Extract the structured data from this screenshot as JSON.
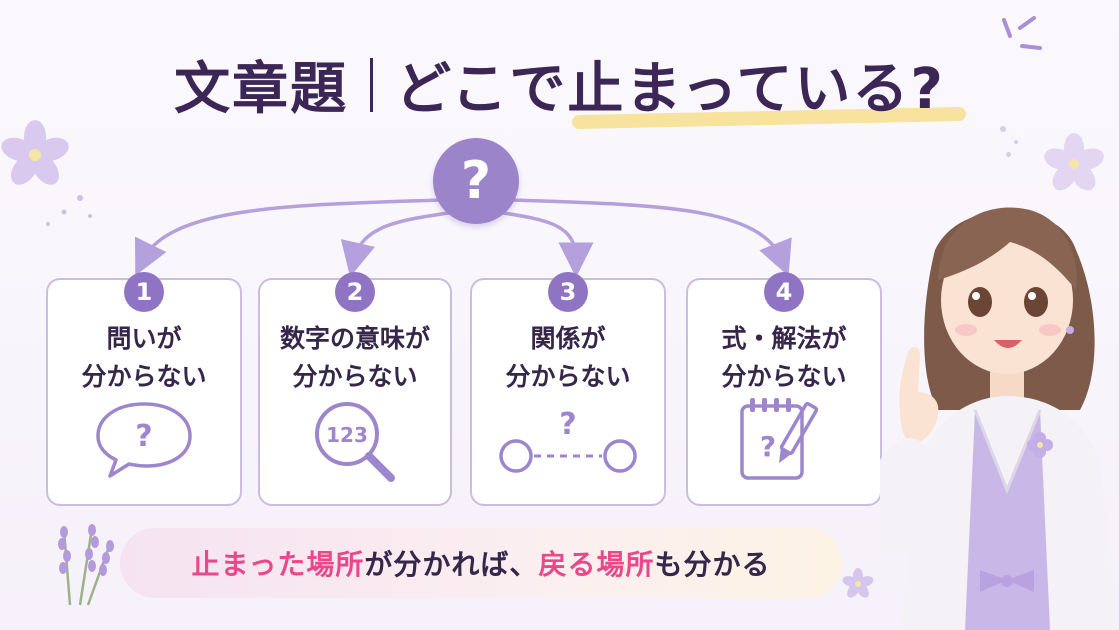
{
  "title": {
    "part1": "文章題",
    "part2": "どこで止まっている?"
  },
  "center_symbol": "?",
  "cards": [
    {
      "number": "1",
      "line1": "問いが",
      "line2": "分からない",
      "icon": "speech-bubble-question-icon",
      "icon_text": "?"
    },
    {
      "number": "2",
      "line1": "数字の意味が",
      "line2": "分からない",
      "icon": "magnifier-123-icon",
      "icon_text": "123"
    },
    {
      "number": "3",
      "line1": "関係が",
      "line2": "分からない",
      "icon": "connection-question-icon",
      "icon_text": "?"
    },
    {
      "number": "4",
      "line1": "式・解法が",
      "line2": "分からない",
      "icon": "notepad-pencil-icon",
      "icon_text": "?"
    }
  ],
  "banner": {
    "seg1": "止まった場所",
    "seg2": "が分かれば、",
    "seg3": "戻る場所",
    "seg4": "も分かる"
  },
  "colors": {
    "accent": "#8f74c4",
    "title": "#3b2656",
    "card_border": "#cbbce2",
    "highlight": "#f6df8c",
    "emphasis": "#e9488b"
  }
}
